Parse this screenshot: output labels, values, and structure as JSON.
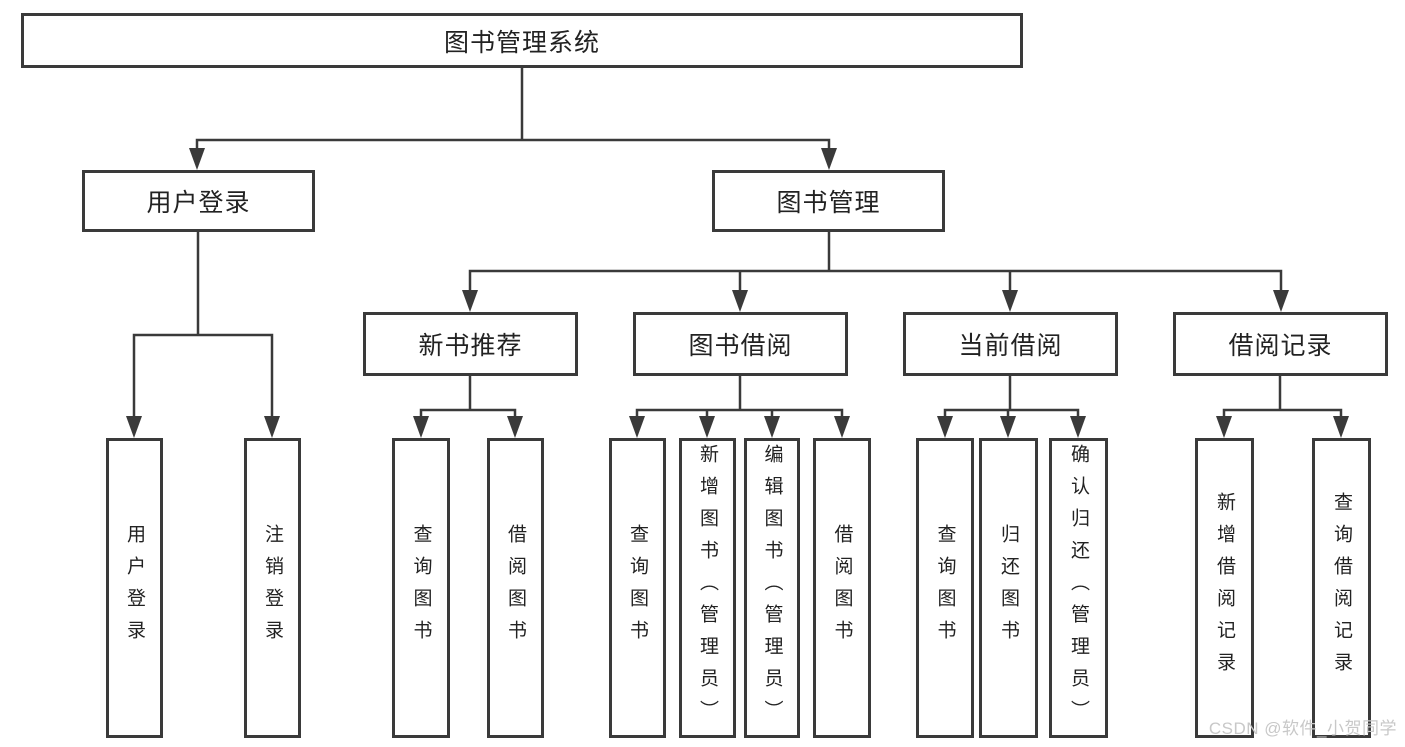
{
  "diagram": {
    "tree": {
      "root": {
        "label": "图书管理系统",
        "children": [
          {
            "label": "用户登录",
            "children": [
              {
                "label": "用户登录"
              },
              {
                "label": "注销登录"
              }
            ]
          },
          {
            "label": "图书管理",
            "children": [
              {
                "label": "新书推荐",
                "children": [
                  {
                    "label": "查询图书"
                  },
                  {
                    "label": "借阅图书"
                  }
                ]
              },
              {
                "label": "图书借阅",
                "children": [
                  {
                    "label": "查询图书"
                  },
                  {
                    "label": "新增图书（管理员）"
                  },
                  {
                    "label": "编辑图书（管理员）"
                  },
                  {
                    "label": "借阅图书"
                  }
                ]
              },
              {
                "label": "当前借阅",
                "children": [
                  {
                    "label": "查询图书"
                  },
                  {
                    "label": "归还图书"
                  },
                  {
                    "label": "确认归还（管理员）"
                  }
                ]
              },
              {
                "label": "借阅记录",
                "children": [
                  {
                    "label": "新增借阅记录"
                  },
                  {
                    "label": "查询借阅记录"
                  }
                ]
              }
            ]
          }
        ]
      }
    },
    "watermark": "CSDN @软件_小贺同学",
    "colors": {
      "line": "#3a3a3a",
      "text": "#222222",
      "watermark": "#c8c8c8",
      "background": "#ffffff"
    }
  }
}
